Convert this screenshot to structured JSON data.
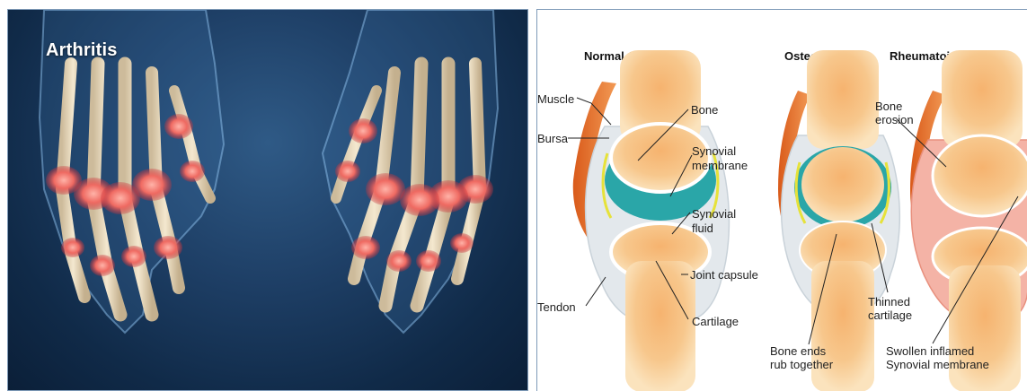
{
  "photo": {
    "title": "Arthritis"
  },
  "diagram": {
    "headers": {
      "normal": "Normal Joint",
      "osteo": "Osteoarthritis",
      "rheum": "Rheumatoid Arthritis"
    },
    "labels": {
      "muscle": "Muscle",
      "bursa": "Bursa",
      "tendon": "Tendon",
      "bone": "Bone",
      "synovial_membrane_1": "Synovial",
      "synovial_membrane_2": "membrane",
      "synovial_fluid_1": "Synovial",
      "synovial_fluid_2": "fluid",
      "joint_capsule": "Joint capsule",
      "cartilage": "Cartilage",
      "bone_erosion_1": "Bone",
      "bone_erosion_2": "erosion",
      "thinned_cartilage_1": "Thinned",
      "thinned_cartilage_2": "cartilage",
      "bone_ends_1": "Bone ends",
      "bone_ends_2": "rub together",
      "swollen_1": "Swollen inflamed",
      "swollen_2": "Synovial membrane"
    },
    "colors": {
      "bone": "#f5c98a",
      "bone_inner": "#f0b070",
      "fluid": "#2aa6a8",
      "capsule": "#e3e8ec",
      "muscle": "#e8742c",
      "inflamed": "#f4b3a6"
    }
  }
}
